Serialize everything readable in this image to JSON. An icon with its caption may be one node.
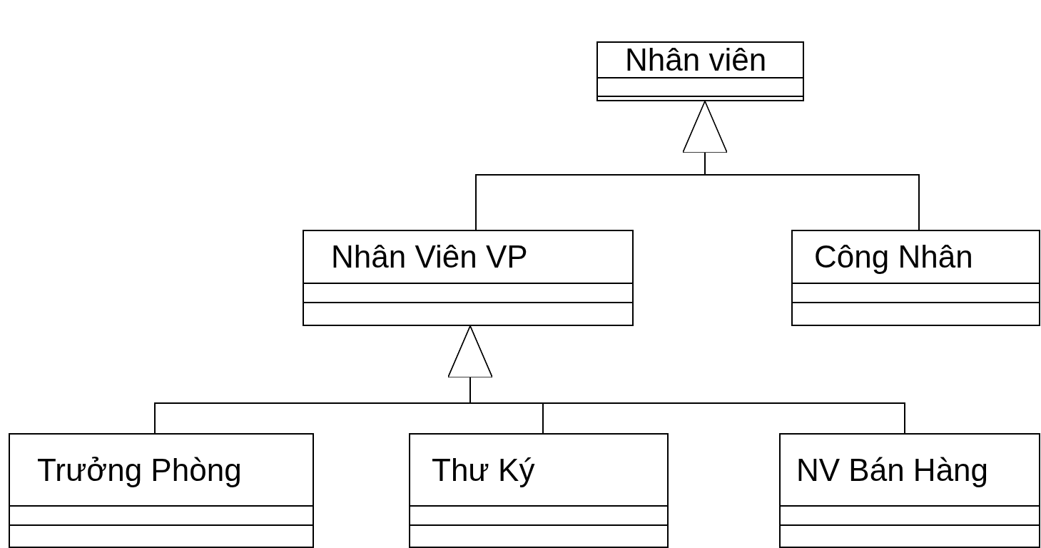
{
  "diagram": {
    "nodes": [
      {
        "text": [
          "Nhân viên"
        ]
      },
      {
        "text": [
          "Nhân Viên VP"
        ]
      },
      {
        "text": [
          "Công Nhân"
        ]
      },
      {
        "text": [
          "Trưởng Phòng"
        ]
      },
      {
        "text": [
          "Thư Ký"
        ]
      },
      {
        "text": [
          "NV Bán Hàng"
        ]
      }
    ],
    "edges": [
      {
        "from": 1,
        "to": 0,
        "arrow": "to"
      },
      {
        "from": 2,
        "to": 0,
        "arrow": "to"
      },
      {
        "from": 3,
        "to": 1,
        "arrow": "to"
      },
      {
        "from": 4,
        "to": 1,
        "arrow": "to"
      },
      {
        "from": 5,
        "to": 1,
        "arrow": "to"
      }
    ]
  }
}
